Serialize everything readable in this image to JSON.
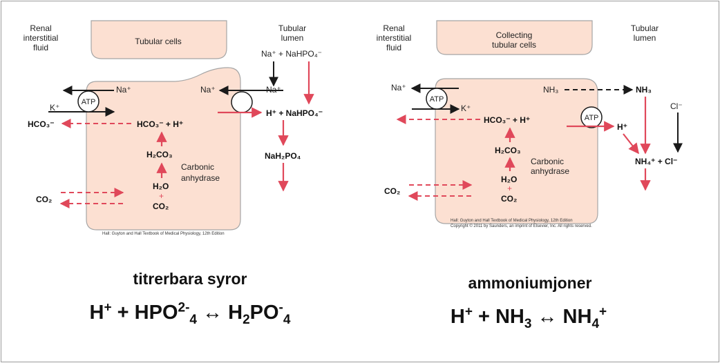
{
  "colors": {
    "cell_fill": "#fce0d2",
    "cell_stroke": "#a5a5a5",
    "red": "#e0485a",
    "black": "#1a1a1a"
  },
  "left_panel": {
    "renal": "Renal",
    "interstitial": "interstitial",
    "fluid": "fluid",
    "tubular_cells": "Tubular cells",
    "tubular": "Tubular",
    "lumen": "lumen",
    "atp": "ATP",
    "na_out": "Na⁺",
    "k_in": "K⁺",
    "hco3_left": "HCO₃⁻",
    "hco3_h": "HCO₃⁻ + H⁺",
    "na_mid": "Na⁺",
    "na_lumen": "Na⁺",
    "na_nahpo4_top": "Na⁺ + NaHPO₄⁻",
    "h_nahpo4": "H⁺ + NaHPO₄⁻",
    "nah2po4": "NaH₂PO₄",
    "h2co3": "H₂CO₃",
    "carbonic": "Carbonic",
    "anhydrase": "anhydrase",
    "h2o": "H₂O",
    "plus": "+",
    "co2_cell": "CO₂",
    "co2_left": "CO₂",
    "credit": "Hall: Guyton and Hall Textbook of Medical Physiology, 12th Edition"
  },
  "right_panel": {
    "renal": "Renal",
    "interstitial": "interstitial",
    "fluid": "fluid",
    "collecting": "Collecting",
    "tubular_cells": "tubular cells",
    "tubular": "Tubular",
    "lumen": "lumen",
    "atp_na": "ATP",
    "atp_h": "ATP",
    "na_out": "Na⁺",
    "k_in": "K⁺",
    "nh3_cell": "NH₃",
    "nh3_lumen": "NH₃",
    "cl_top": "Cl⁻",
    "hco3_h": "HCO₃⁻ + H⁺",
    "h_lumen": "H⁺",
    "nh4_cl": "NH₄⁺ + Cl⁻",
    "h2co3": "H₂CO₃",
    "carbonic": "Carbonic",
    "anhydrase": "anhydrase",
    "h2o": "H₂O",
    "plus": "+",
    "co2_cell": "CO₂",
    "co2_left": "CO₂",
    "credit1": "Hall: Guyton and Hall Textbook of Medical Physiology, 12th Edition",
    "credit2": "Copyright © 2011 by Saunders, an imprint of Elsevier, Inc. All rights reserved."
  },
  "captions": {
    "left_title": "titrerbara syror",
    "left_eq": {
      "a": "H",
      "a_sup": "+",
      "b": " + HPO",
      "b_sup": "2-",
      "b_sub": "4",
      "arrow": " ↔ H",
      "c_sub": "2",
      "c": "PO",
      "c_sup": "-",
      "c_sub2": "4"
    },
    "right_title": "ammoniumjoner",
    "right_eq": {
      "a": "H",
      "a_sup": "+",
      "b": " + NH",
      "b_sub": "3",
      "arrow": " ↔ NH",
      "c_sub": "4",
      "c_sup": "+"
    }
  }
}
